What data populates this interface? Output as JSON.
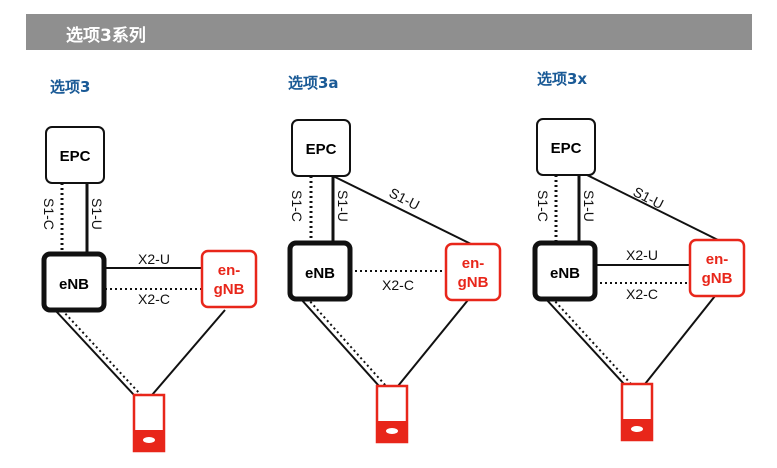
{
  "header": {
    "title": "选项3系列"
  },
  "options": [
    {
      "title": "选项3",
      "epc": "EPC",
      "enb": "eNB",
      "gnb": [
        "en-",
        "gNB"
      ],
      "s1c": "S1-C",
      "s1u": "S1-U",
      "x2u": "X2-U",
      "x2c": "X2-C"
    },
    {
      "title": "选项3a",
      "epc": "EPC",
      "enb": "eNB",
      "gnb": [
        "en-",
        "gNB"
      ],
      "s1c": "S1-C",
      "s1u": "S1-U",
      "s1u_gnb": "S1-U",
      "x2c": "X2-C"
    },
    {
      "title": "选项3x",
      "epc": "EPC",
      "enb": "eNB",
      "gnb": [
        "en-",
        "gNB"
      ],
      "s1c": "S1-C",
      "s1u": "S1-U",
      "s1u_gnb": "S1-U",
      "x2u": "X2-U",
      "x2c": "X2-C"
    }
  ],
  "colors": {
    "accent_red": "#e8261a",
    "title_blue": "#1a5a96",
    "banner_gray": "#8f8f8f"
  }
}
